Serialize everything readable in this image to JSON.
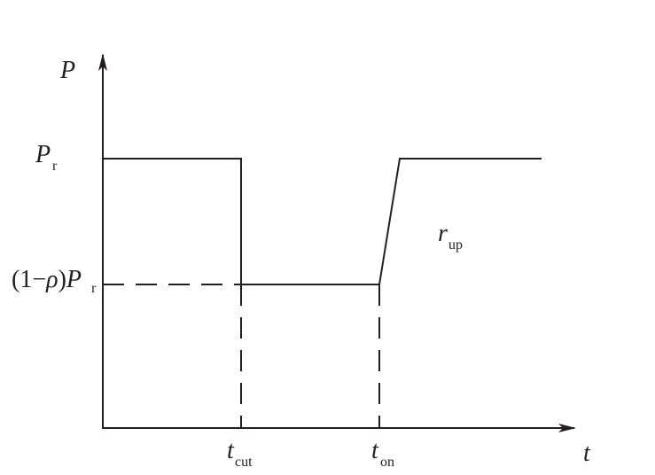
{
  "labels": {
    "y_axis": "P",
    "x_axis": "t",
    "pr_main": "P",
    "pr_sub": "r",
    "reduced_prefix": "(1−",
    "reduced_rho": "ρ",
    "reduced_close": ")",
    "reduced_p": "P",
    "reduced_sub": "r",
    "rup_main": "r",
    "rup_sub": "up",
    "tcut_main": "t",
    "tcut_sub": "cut",
    "ton_main": "t",
    "ton_sub": "on"
  },
  "colors": {
    "line": "#231f20"
  }
}
